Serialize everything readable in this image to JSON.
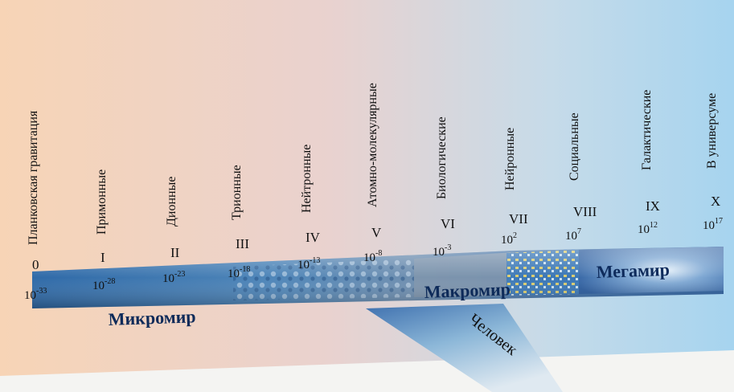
{
  "levels": [
    {
      "roman": "0",
      "name": "Планковская гравитация",
      "base": "10",
      "exp": "-33"
    },
    {
      "roman": "I",
      "name": "Примонные",
      "base": "10",
      "exp": "-28"
    },
    {
      "roman": "II",
      "name": "Дионные",
      "base": "10",
      "exp": "-23"
    },
    {
      "roman": "III",
      "name": "Трионные",
      "base": "10",
      "exp": "-18"
    },
    {
      "roman": "IV",
      "name": "Нейтронные",
      "base": "10",
      "exp": "-13"
    },
    {
      "roman": "V",
      "name": "Атомно-молекулярные",
      "base": "10",
      "exp": "-8"
    },
    {
      "roman": "VI",
      "name": "Биологические",
      "base": "10",
      "exp": "-3"
    },
    {
      "roman": "VII",
      "name": "Нейронные",
      "base": "10",
      "exp": "2"
    },
    {
      "roman": "VIII",
      "name": "Социальные",
      "base": "10",
      "exp": "7"
    },
    {
      "roman": "IX",
      "name": "Галактические",
      "base": "10",
      "exp": "12"
    },
    {
      "roman": "X",
      "name": "В универсуме",
      "base": "10",
      "exp": "17"
    }
  ],
  "bands": {
    "micro": "Микромир",
    "macro": "Макромир",
    "mega": "Мегамир",
    "human": "Человек"
  },
  "colors": {
    "bg_left": "#f6d3b8",
    "bg_right": "#aad6ee",
    "band_dark": "#2a5d9a",
    "band_light": "#8ec0e6"
  }
}
